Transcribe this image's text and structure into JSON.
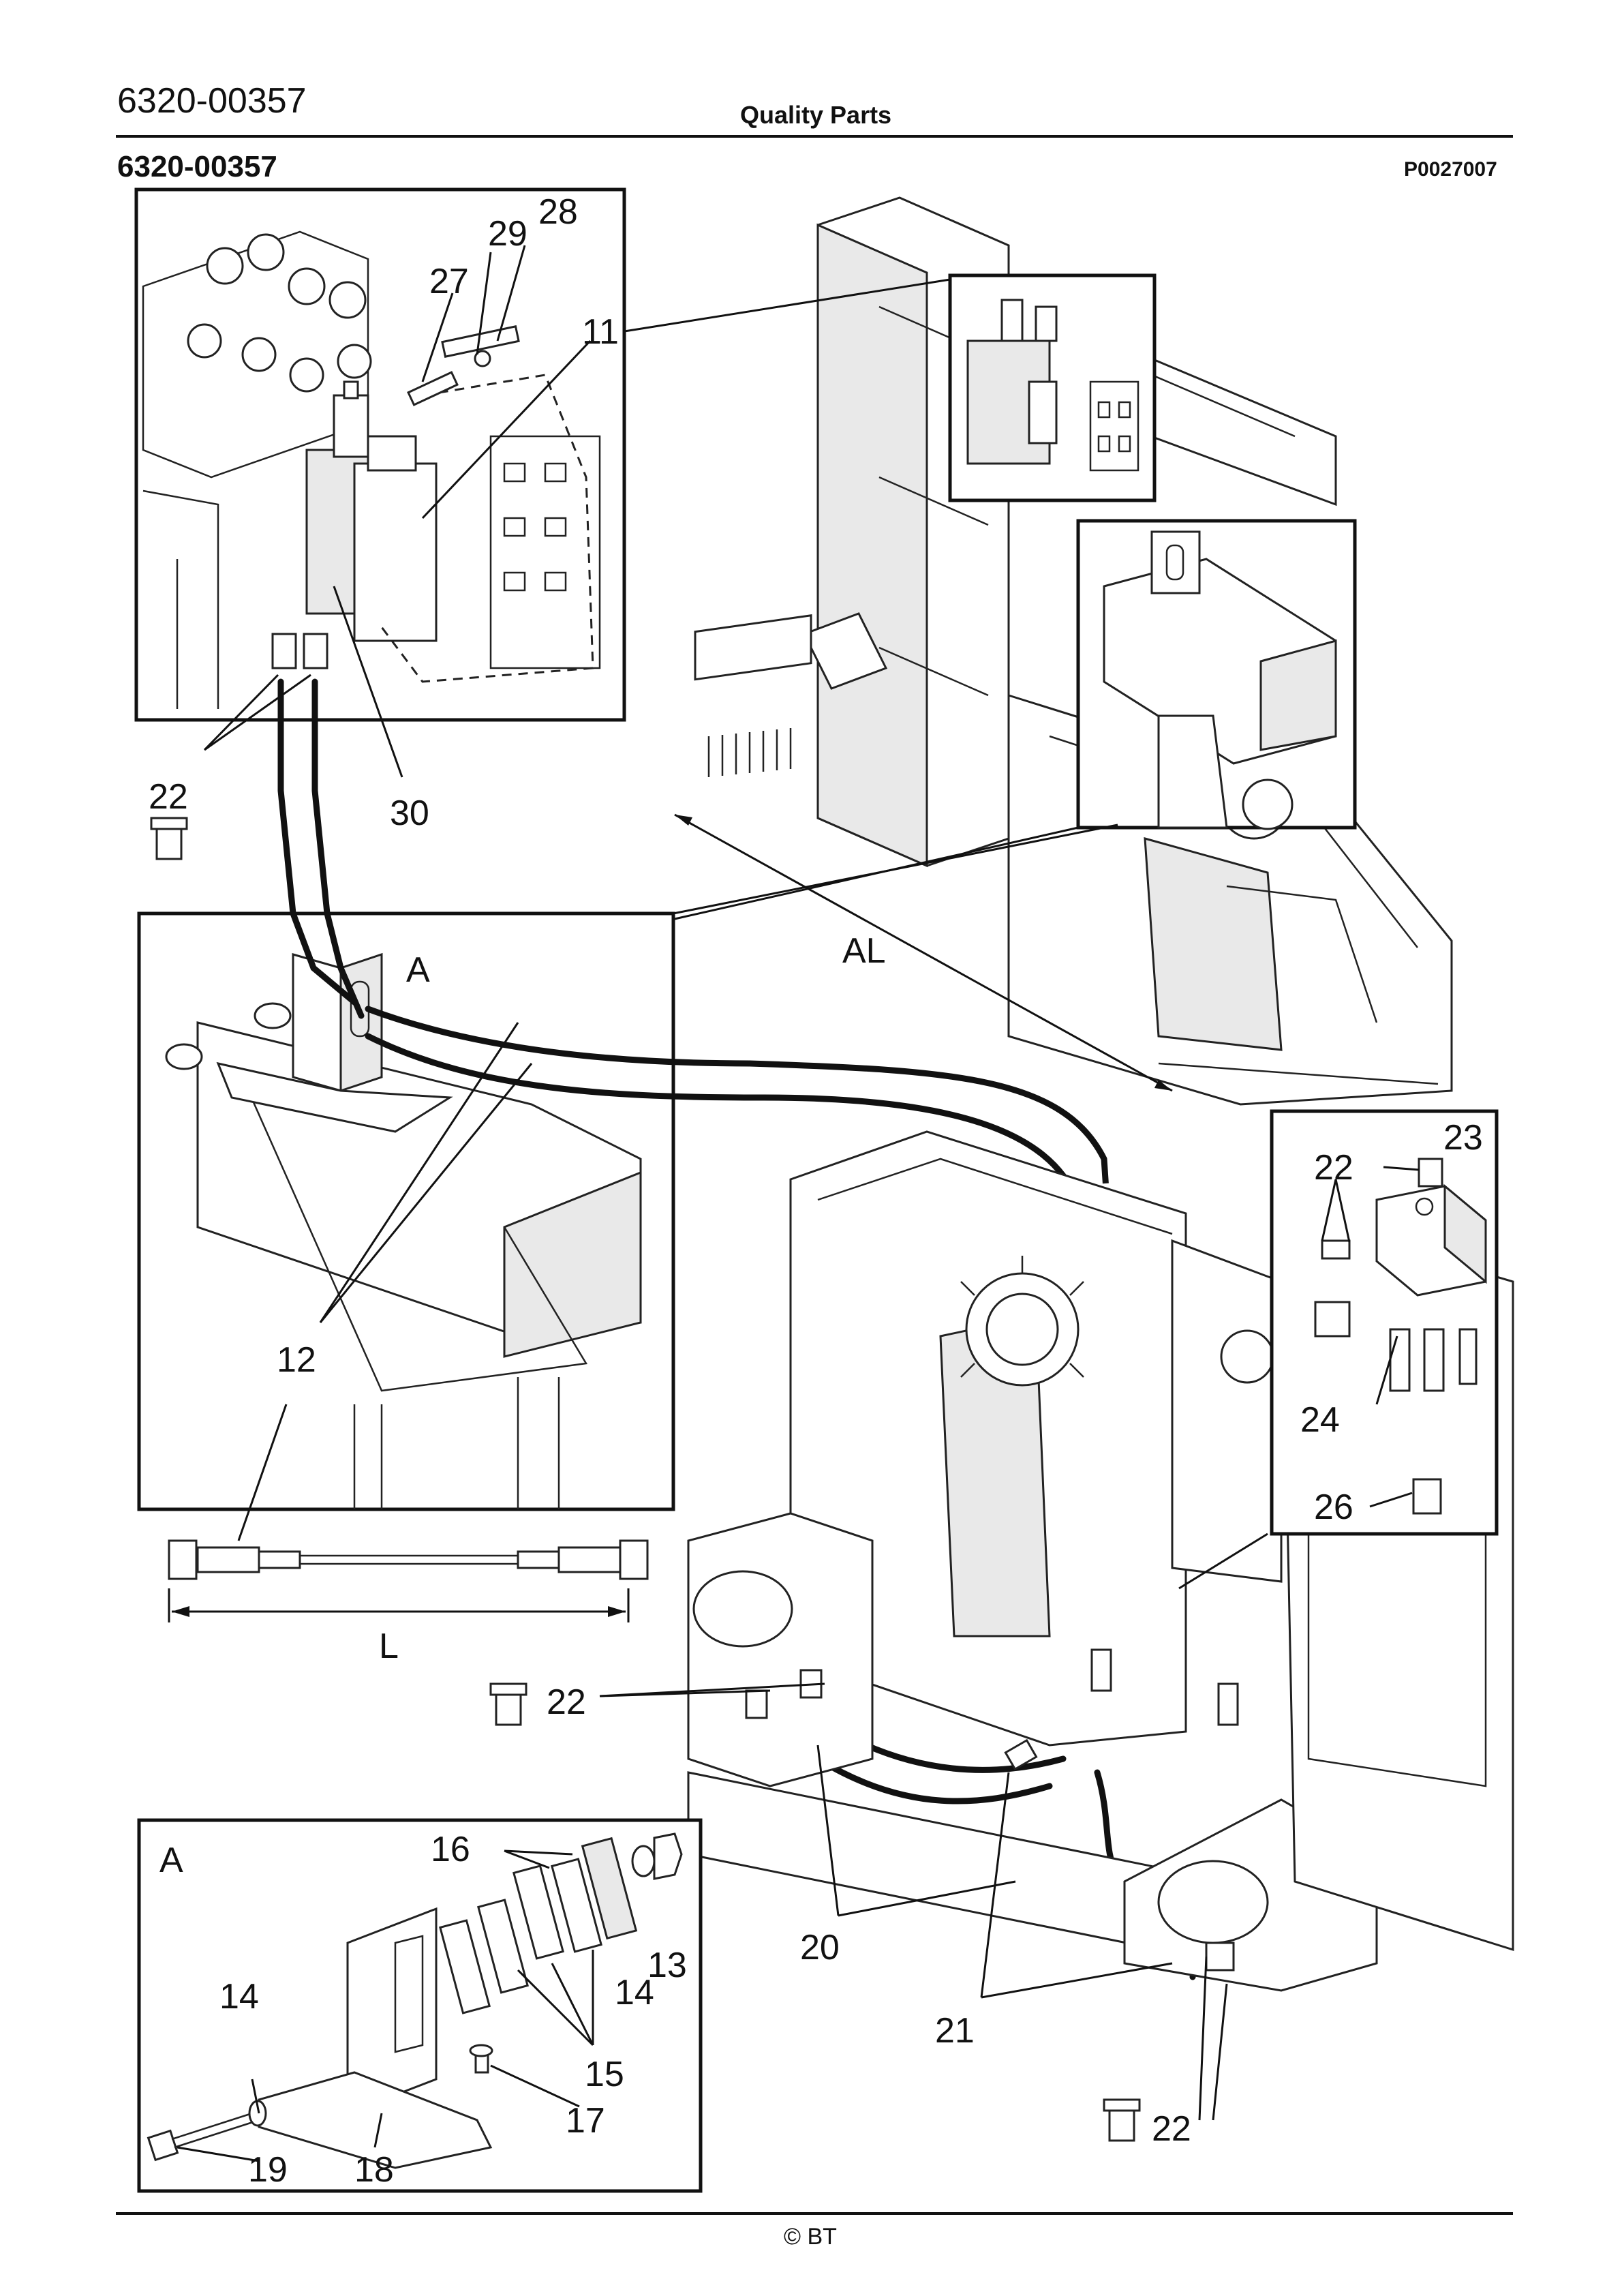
{
  "header": {
    "part_code": "6320-00357",
    "title": "Quality Parts",
    "sub_code": "6320-00357",
    "ref_code": "P0027007"
  },
  "footer": {
    "copyright": "© BT"
  },
  "callouts": {
    "c28": "28",
    "c29": "29",
    "c27": "27",
    "c11": "11",
    "c22a": "22",
    "c30": "30",
    "detail_a": "A",
    "c_al": "AL",
    "c12": "12",
    "c_l": "L",
    "c23": "23",
    "c22b": "22",
    "c24": "24",
    "c26": "26",
    "c22c": "22",
    "c20": "20",
    "c21": "21",
    "c22d": "22",
    "detail_a2": "A",
    "c16": "16",
    "c13": "13",
    "c14a": "14",
    "c14b": "14",
    "c15": "15",
    "c17": "17",
    "c19": "19",
    "c18": "18"
  }
}
